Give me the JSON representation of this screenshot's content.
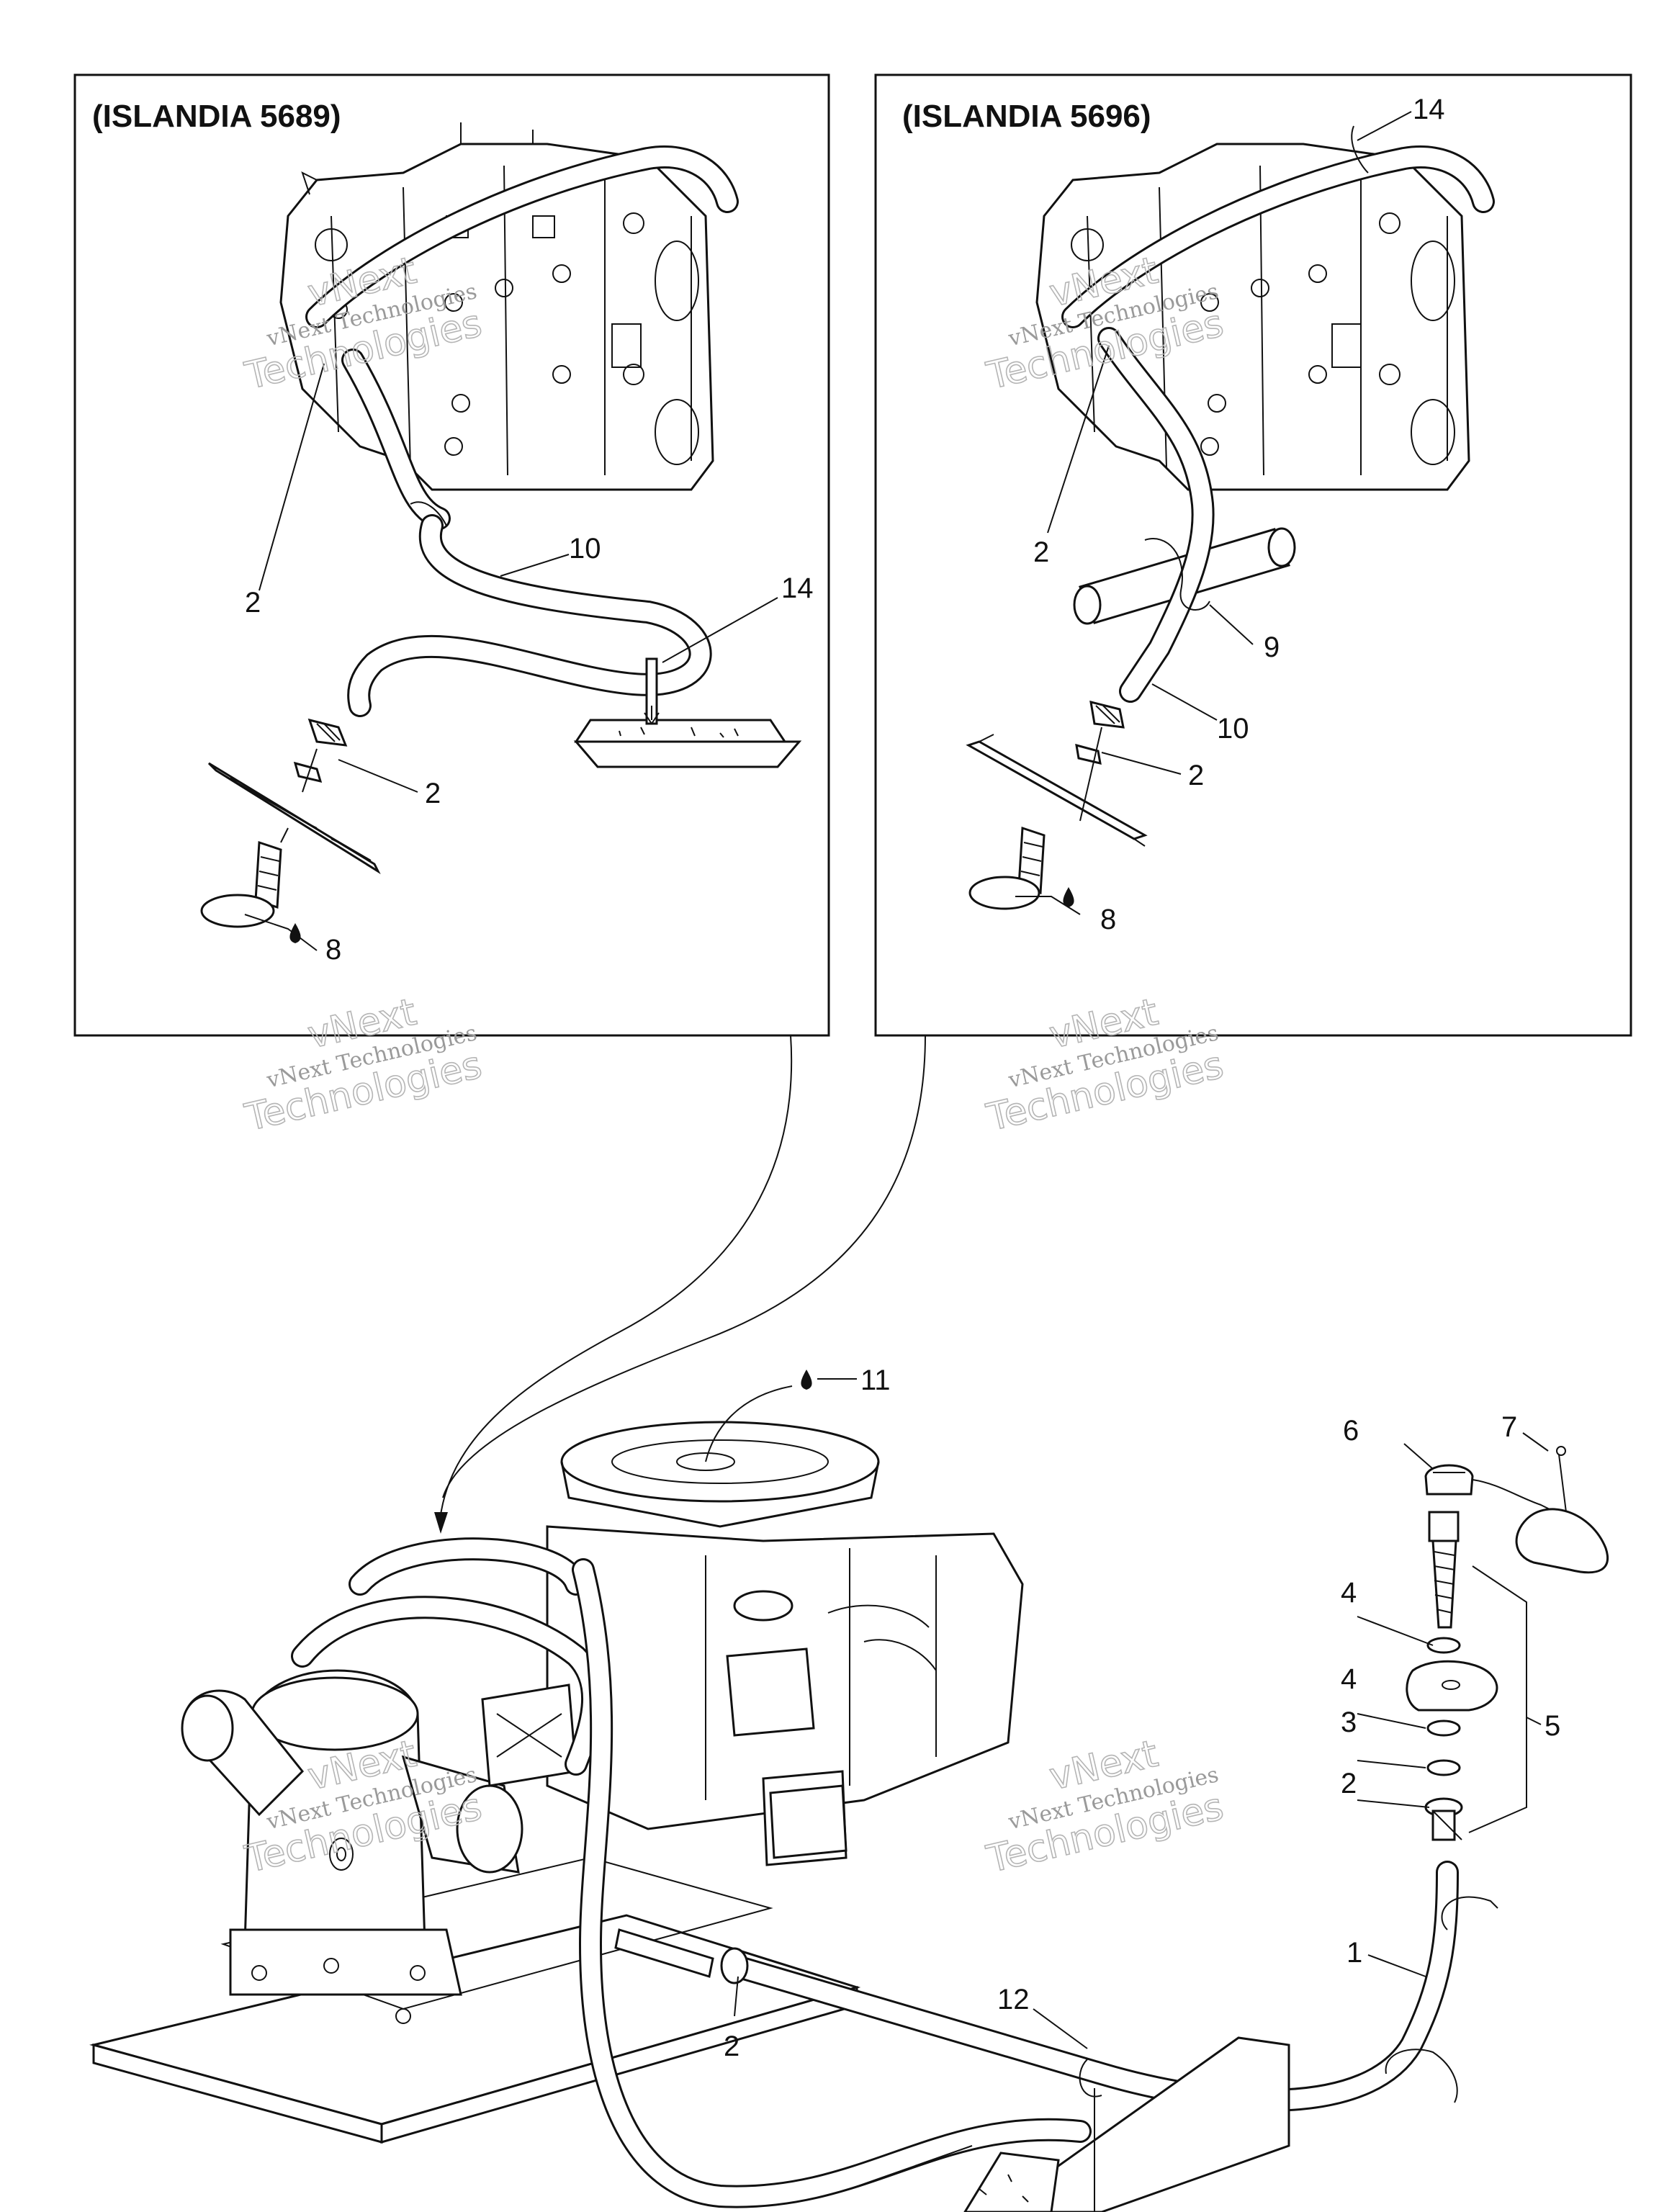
{
  "panels": {
    "left_title": "(ISLANDIA 5689)",
    "right_title": "(ISLANDIA 5696)"
  },
  "callouts": {
    "left": {
      "c2a": "2",
      "c10": "10",
      "c14": "14",
      "c2b": "2",
      "c8": "8"
    },
    "right": {
      "c14": "14",
      "c2a": "2",
      "c9": "9",
      "c10": "10",
      "c2b": "2",
      "c8": "8"
    },
    "main": {
      "c11": "11",
      "c6": "6",
      "c7": "7",
      "c4a": "4",
      "c4b": "4",
      "c3": "3",
      "c2a": "2",
      "c5": "5",
      "c1": "1",
      "c12": "12",
      "c2b": "2"
    }
  },
  "watermark": {
    "line1": "vNext",
    "line2": "vNext Technologies",
    "line3": "Technologies"
  },
  "colors": {
    "ink": "#111111",
    "watermark": "#b5b5b5",
    "background": "#ffffff"
  }
}
